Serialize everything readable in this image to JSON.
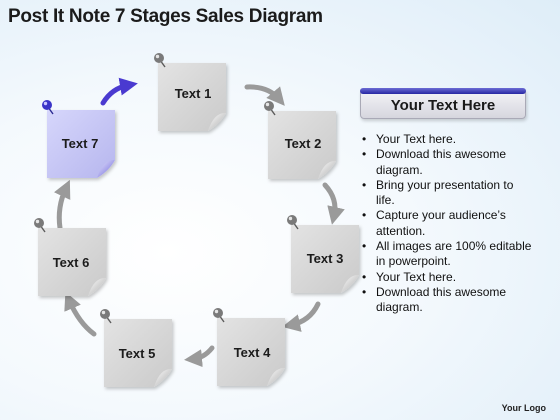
{
  "title": "Post It Note 7 Stages Sales Diagram",
  "colors": {
    "note_gray": "#d9d9d9",
    "note_highlight": "#c7c7f4",
    "arrow_gray": "#9a9a9a",
    "arrow_blue": "#4a3ad0",
    "pin_gray": "#7a7a7a",
    "pin_blue": "#3a34c8",
    "header_bar": "#2b2ba8"
  },
  "stages": [
    {
      "label": "Text 1",
      "highlight": false
    },
    {
      "label": "Text 2",
      "highlight": false
    },
    {
      "label": "Text 3",
      "highlight": false
    },
    {
      "label": "Text 4",
      "highlight": false
    },
    {
      "label": "Text 5",
      "highlight": false
    },
    {
      "label": "Text 6",
      "highlight": false
    },
    {
      "label": "Text 7",
      "highlight": true
    }
  ],
  "panel": {
    "header": "Your Text Here",
    "bullets": [
      "Your Text here.",
      "Download this awesome diagram.",
      "Bring your presentation to life.",
      "Capture your audience’s attention.",
      "All images are 100% editable in powerpoint.",
      "Your Text here.",
      "Download this awesome diagram."
    ]
  },
  "logo": "Your Logo"
}
